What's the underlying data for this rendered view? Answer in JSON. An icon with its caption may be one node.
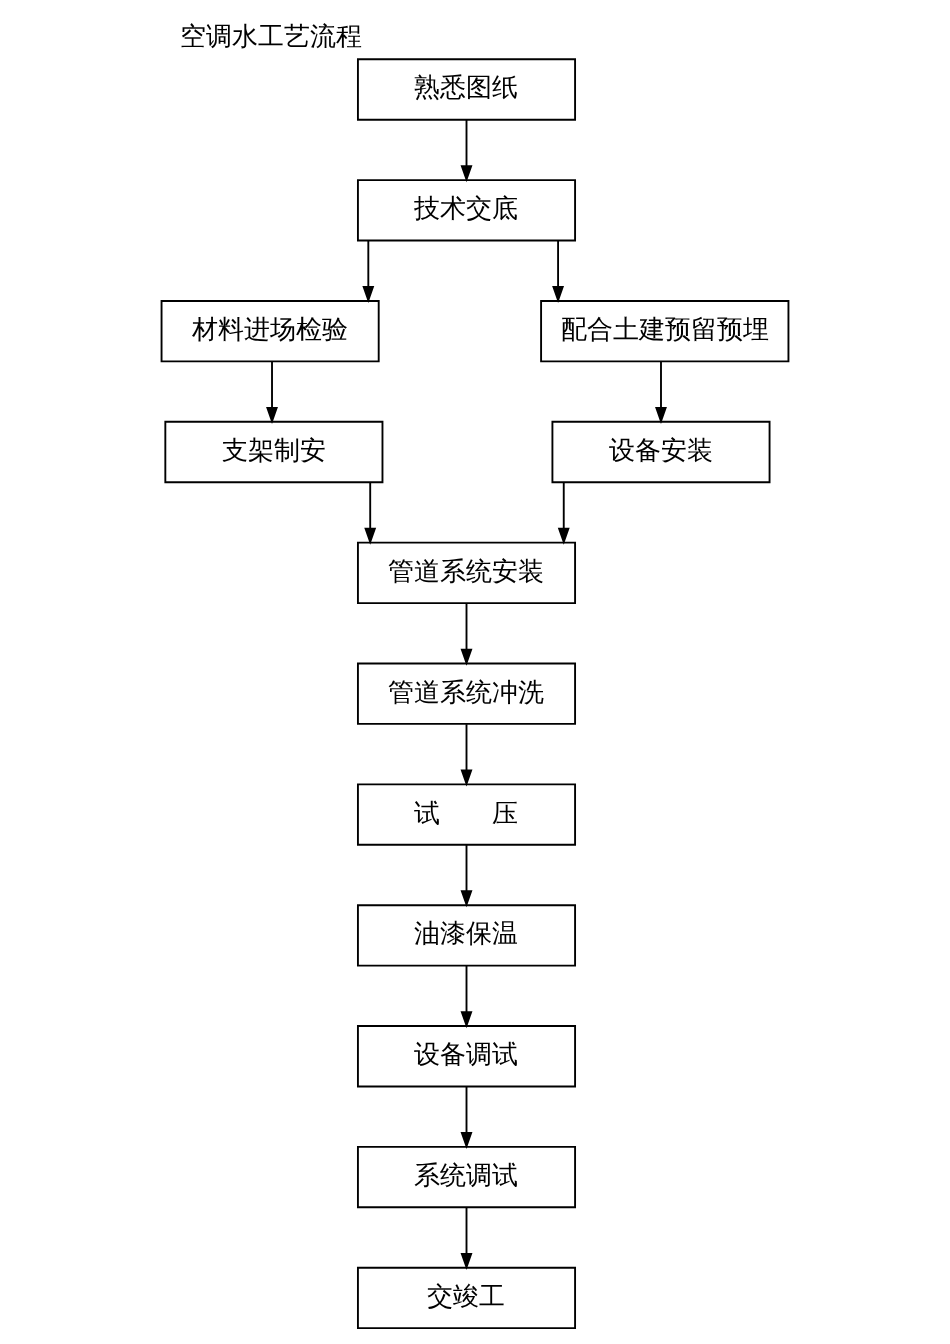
{
  "diagram": {
    "title": "空调水工艺流程",
    "nodes": [
      {
        "text": [
          "熟悉图纸"
        ]
      },
      {
        "text": [
          "技术交底"
        ]
      },
      {
        "text": [
          "材料进场检验"
        ]
      },
      {
        "text": [
          "配合土建预留预埋"
        ]
      },
      {
        "text": [
          "支架制安"
        ]
      },
      {
        "text": [
          "设备安装"
        ]
      },
      {
        "text": [
          "管道系统安装"
        ]
      },
      {
        "text": [
          "管道系统冲洗"
        ]
      },
      {
        "text": [
          "试　　压"
        ]
      },
      {
        "text": [
          "油漆保温"
        ]
      },
      {
        "text": [
          "设备调试"
        ]
      },
      {
        "text": [
          "系统调试"
        ]
      },
      {
        "text": [
          "交竣工"
        ]
      }
    ],
    "edges": [
      {
        "from": 0,
        "to": 1,
        "arrow": "to"
      },
      {
        "from": 1,
        "to": 2,
        "arrow": "to"
      },
      {
        "from": 1,
        "to": 3,
        "arrow": "to"
      },
      {
        "from": 2,
        "to": 4,
        "arrow": "to"
      },
      {
        "from": 3,
        "to": 5,
        "arrow": "to"
      },
      {
        "from": 4,
        "to": 6,
        "arrow": "to"
      },
      {
        "from": 5,
        "to": 6,
        "arrow": "to"
      },
      {
        "from": 6,
        "to": 7,
        "arrow": "to"
      },
      {
        "from": 7,
        "to": 8,
        "arrow": "to"
      },
      {
        "from": 8,
        "to": 9,
        "arrow": "to"
      },
      {
        "from": 9,
        "to": 10,
        "arrow": "to"
      },
      {
        "from": 10,
        "to": 11,
        "arrow": "to"
      },
      {
        "from": 11,
        "to": 12,
        "arrow": "to"
      }
    ]
  }
}
